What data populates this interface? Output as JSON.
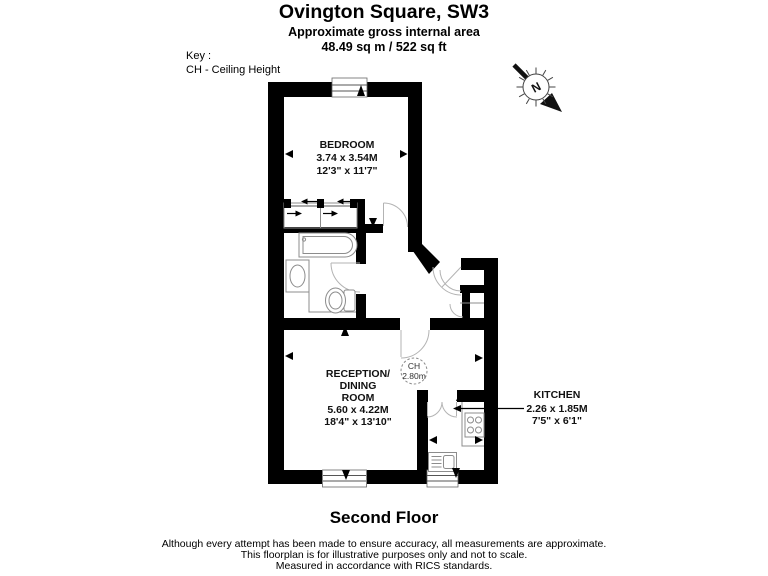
{
  "header": {
    "title": "Ovington Square, SW3",
    "subtitle": "Approximate gross internal area",
    "area": "48.49 sq m / 522 sq ft"
  },
  "key": {
    "label": "Key :",
    "entry": "CH - Ceiling Height"
  },
  "compass": {
    "letter": "N"
  },
  "rooms": {
    "bedroom": {
      "name": "BEDROOM",
      "metric": "3.74 x 3.54M",
      "imperial": "12'3\" x 11'7\""
    },
    "reception": {
      "name_line1": "RECEPTION/",
      "name_line2": "DINING",
      "name_line3": "ROOM",
      "metric": "5.60 x 4.22M",
      "imperial": "18'4\" x 13'10\""
    },
    "kitchen": {
      "name": "KITCHEN",
      "metric": "2.26 x 1.85M",
      "imperial": "7'5\" x 6'1\""
    }
  },
  "ceiling_height": {
    "abbr": "CH",
    "value": "2.80m"
  },
  "floor_label": "Second Floor",
  "footer": {
    "line1": "Although every attempt has been made to ensure accuracy, all measurements are approximate.",
    "line2": "This floorplan is for illustrative purposes only and not to scale.",
    "line3": "Measured in accordance with RICS standards."
  },
  "colors": {
    "walls": "#000000",
    "fixtures": "#8c8c8c",
    "door_arcs": "#b3b3b3"
  }
}
